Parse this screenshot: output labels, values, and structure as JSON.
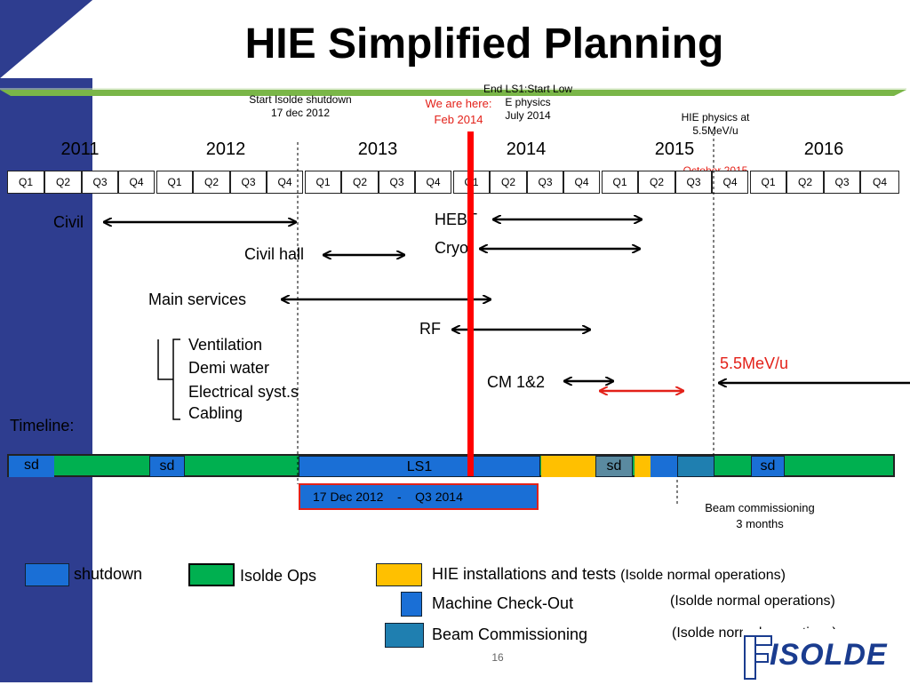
{
  "title": "HIE Simplified Planning",
  "notes": {
    "start_shutdown": "Start Isolde shutdown\n17 dec 2012",
    "we_are_here": "We are here:\nFeb 2014",
    "end_ls1": "End LS1:Start Low\nE physics\nJuly 2014",
    "hie_physics_line1": "HIE physics at\n5.5MeV/u",
    "hie_physics_line2": "October 2015"
  },
  "years": [
    "2011",
    "2012",
    "2013",
    "2014",
    "2015",
    "2016"
  ],
  "quarters": [
    "Q1",
    "Q2",
    "Q3",
    "Q4"
  ],
  "activities": {
    "civil": "Civil",
    "civil_hall": "Civil hall",
    "main_services": "Main services",
    "ventilation": "Ventilation",
    "demi_water": "Demi water",
    "electrical": "Electrical syst.s",
    "cabling": "Cabling",
    "hebt": "HEBT",
    "cryo": "Cryo",
    "rf": "RF",
    "cm12": "CM 1&2",
    "energy": "5.5MeV/u"
  },
  "timeline": {
    "label": "Timeline:",
    "sd": "sd",
    "ls1": "LS1",
    "ls1_period": "17 Dec 2012    -    Q3 2014",
    "beam_commissioning": "Beam commissioning\n3 months"
  },
  "legend": {
    "shutdown": "shutdown",
    "isolde_ops": "Isolde Ops",
    "hie_install": "HIE installations and tests",
    "isolde_normal_1": "(Isolde normal operations)",
    "machine_checkout": "Machine Check-Out",
    "isolde_normal_2": "(Isolde normal operations)",
    "beam_comm": "Beam Commissioning",
    "isolde_normal_3": "(Isolde normal operations)"
  },
  "logo_text": "ISOLDE",
  "page_number": "16",
  "colors": {
    "sidebar": "#2e3d8f",
    "accent_green": "#7ab648",
    "shutdown_blue": "#1a6fd6",
    "isolde_ops_green": "#00b050",
    "hie_yellow": "#ffc000",
    "checkout_blue": "#1a6fd6",
    "beam_comm_teal": "#1f7fb0",
    "marker_red": "#ff0000"
  }
}
